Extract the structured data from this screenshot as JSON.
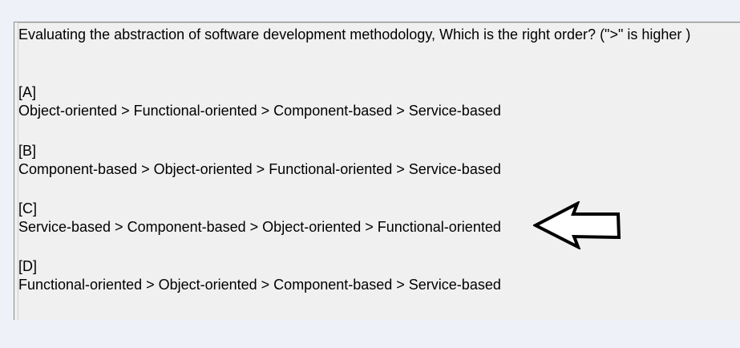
{
  "question": {
    "text": "Evaluating the abstraction of software development methodology, Which is the right order? (\">\" is higher )"
  },
  "options": [
    {
      "label": "[A]",
      "text": "Object-oriented > Functional-oriented > Component-based > Service-based"
    },
    {
      "label": "[B]",
      "text": "Component-based > Object-oriented > Functional-oriented > Service-based"
    },
    {
      "label": "[C]",
      "text": "Service-based > Component-based > Object-oriented > Functional-oriented"
    },
    {
      "label": "[D]",
      "text": "Functional-oriented > Object-oriented > Component-based > Service-based"
    }
  ],
  "annotation": {
    "icon": "left-arrow-icon",
    "points_to": "[C]"
  },
  "colors": {
    "page_background": "#eef1f7",
    "panel_background": "#f0f0f0",
    "text": "#000000",
    "arrow_stroke": "#000000",
    "arrow_fill": "#ffffff"
  }
}
